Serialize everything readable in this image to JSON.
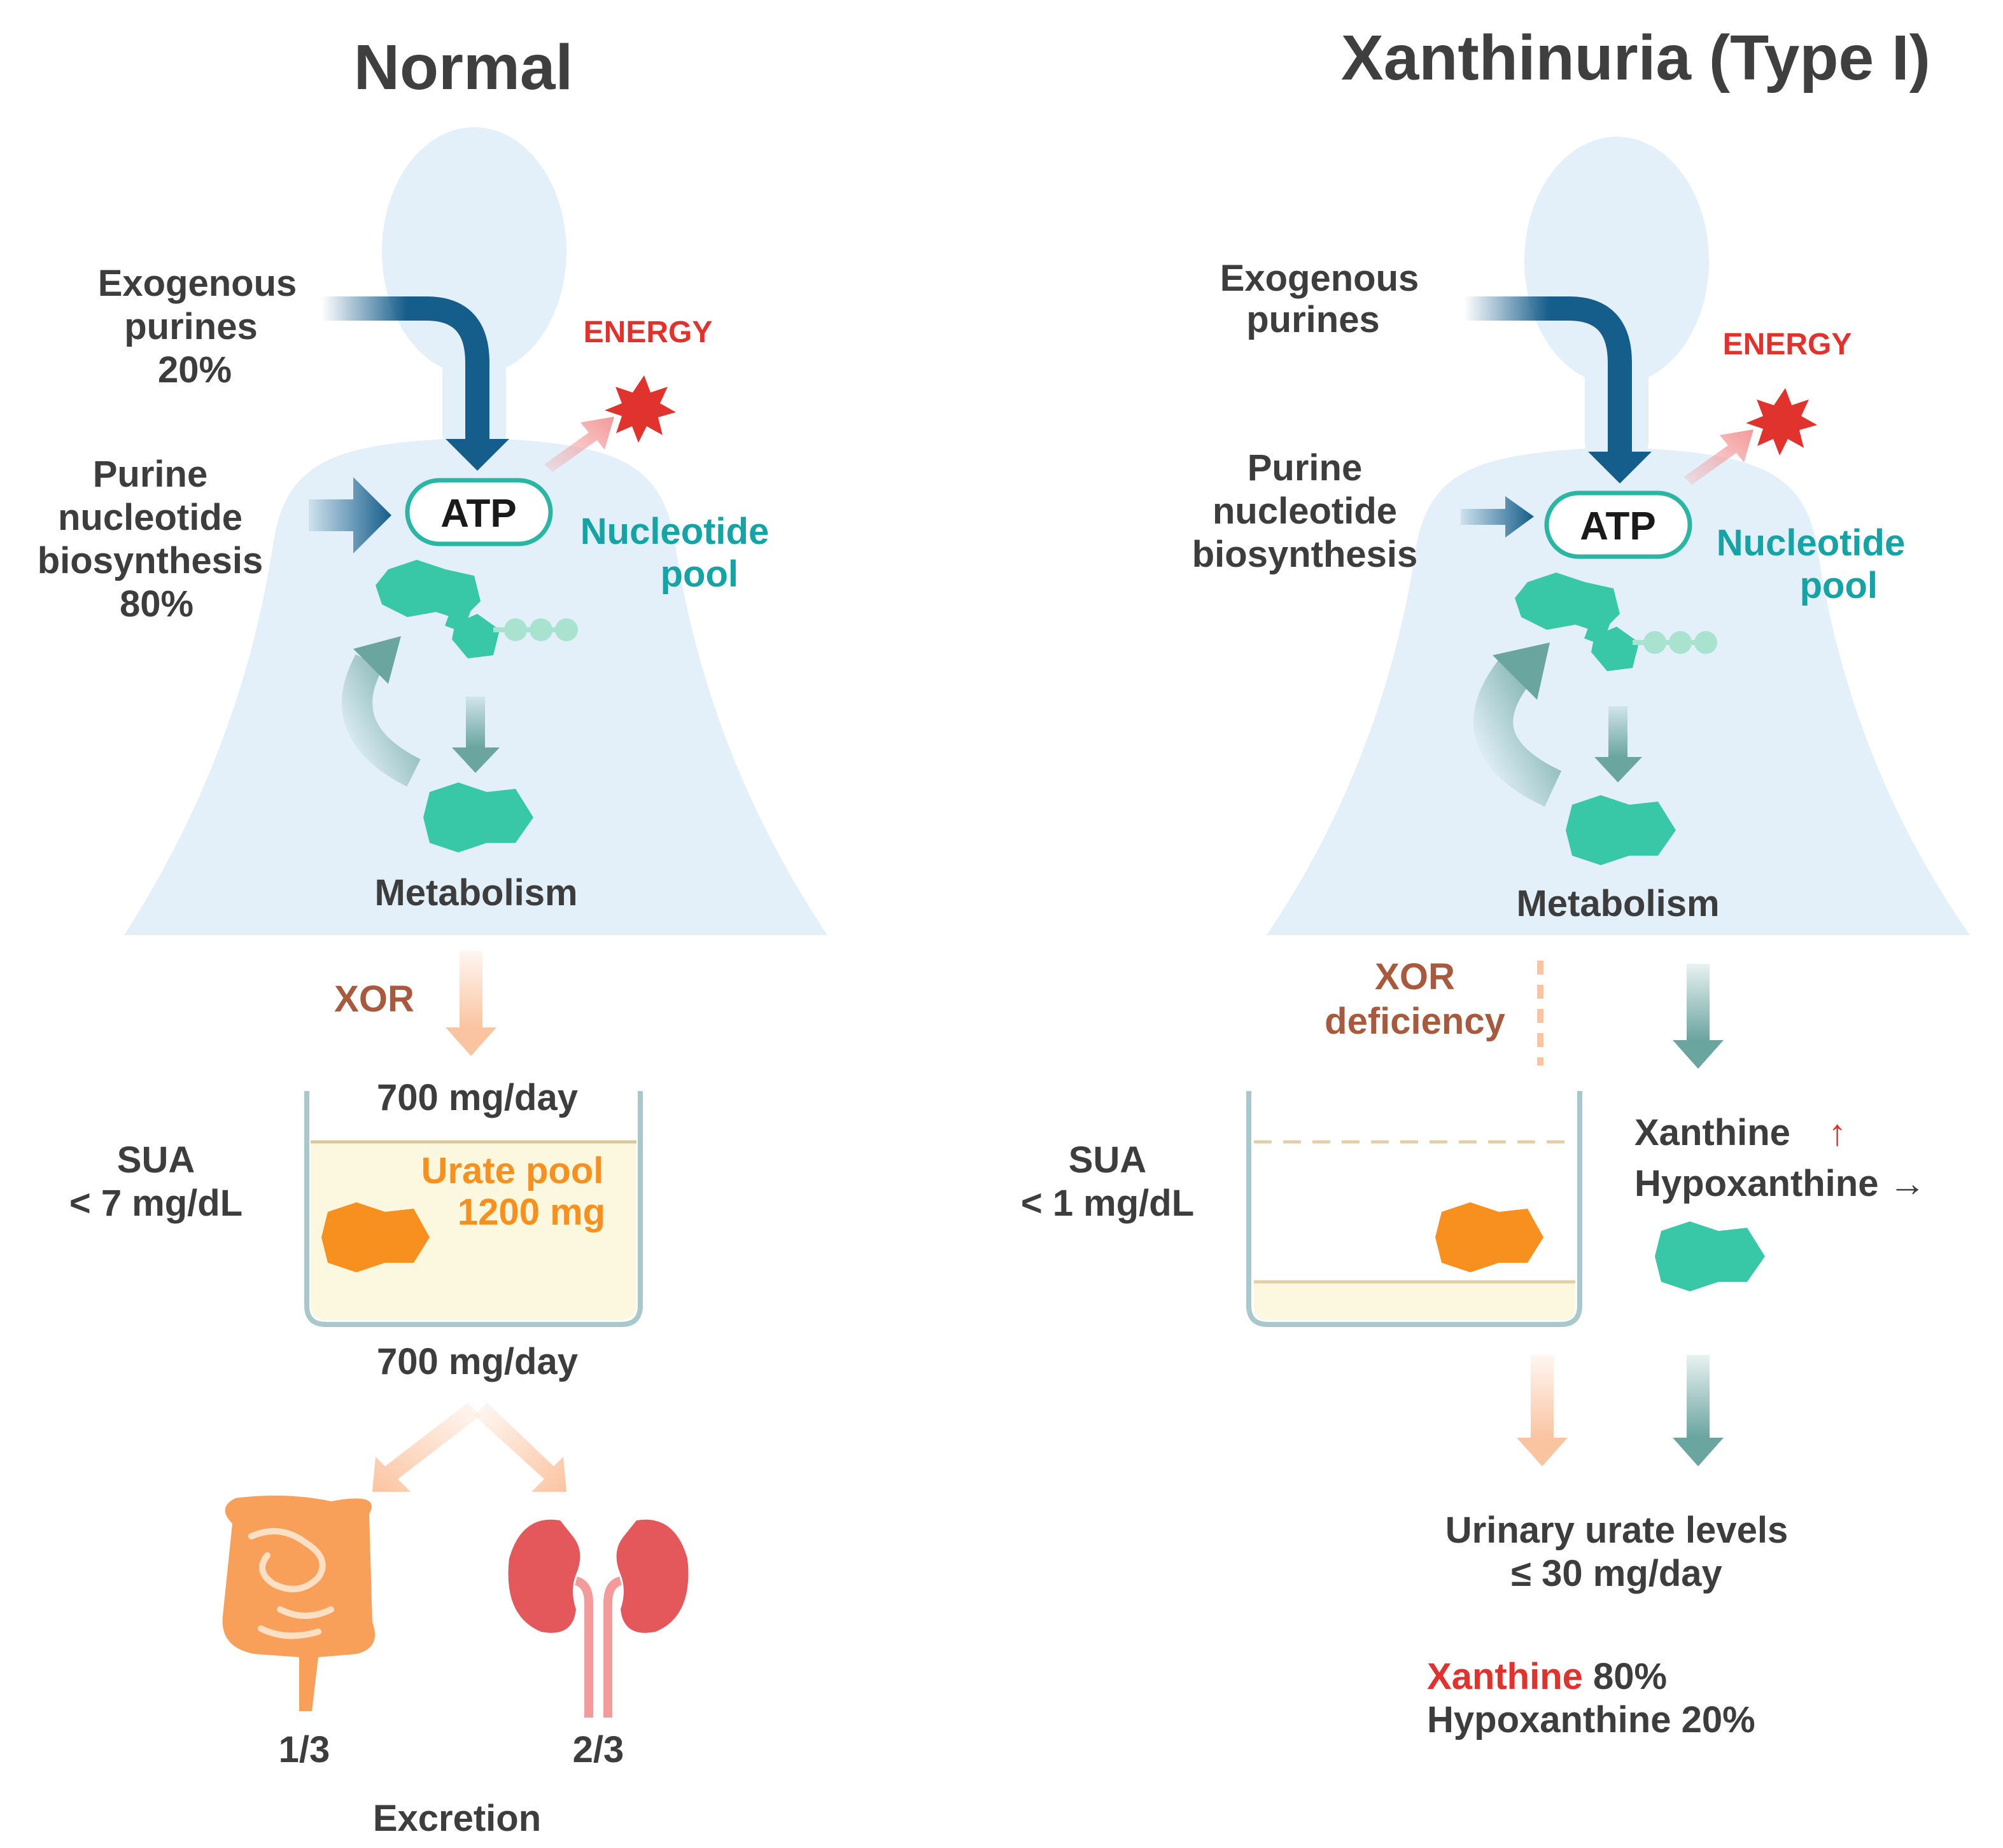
{
  "panels": {
    "normal": {
      "title": "Normal",
      "exogenous": {
        "line1": "Exogenous",
        "line2": "purines",
        "line3": "20%"
      },
      "biosynthesis": {
        "line1": "Purine",
        "line2": "nucleotide",
        "line3": "biosynthesis",
        "line4": "80%"
      },
      "energy": "ENERGY",
      "atp": "ATP",
      "nucleotide_pool": {
        "line1": "Nucleotide",
        "line2": "pool"
      },
      "metabolism": "Metabolism",
      "enzyme": "XOR",
      "input_rate": "700 mg/day",
      "output_rate": "700 mg/day",
      "sua": {
        "line1": "SUA",
        "line2": "< 7 mg/dL"
      },
      "urate_pool": {
        "line1": "Urate pool",
        "line2": "1200 mg"
      },
      "gut_fraction": "1/3",
      "kidney_fraction": "2/3",
      "excretion": "Excretion"
    },
    "xanthinuria": {
      "title": "Xanthinuria (Type I)",
      "exogenous": {
        "line1": "Exogenous",
        "line2": "purines"
      },
      "biosynthesis": {
        "line1": "Purine",
        "line2": "nucleotide",
        "line3": "biosynthesis"
      },
      "energy": "ENERGY",
      "atp": "ATP",
      "nucleotide_pool": {
        "line1": "Nucleotide",
        "line2": "pool"
      },
      "metabolism": "Metabolism",
      "enzyme": {
        "line1": "XOR",
        "line2": "deficiency"
      },
      "sua": {
        "line1": "SUA",
        "line2": "< 1 mg/dL"
      },
      "xanthine": "Xanthine",
      "xanthine_trend": "↑",
      "hypoxanthine": "Hypoxanthine →",
      "urinary": {
        "line1": "Urinary urate levels",
        "line2": "≤ 30 mg/day"
      },
      "composition": {
        "xanthine_label": "Xanthine",
        "xanthine_pct": " 80%",
        "hypoxanthine": "Hypoxanthine 20%"
      }
    }
  },
  "colors": {
    "body": "#e3f0f9",
    "navy_arrow": "#155d8a",
    "teal_shape": "#38c7a7",
    "teal_arrow": "#6aa5a0",
    "peach_arrow": "#fbc4a1",
    "urate_orange": "#f7901e",
    "energy_red": "#e0332e",
    "gut_orange": "#f8a05a",
    "kidney_red": "#e4575b",
    "beaker_fill": "#fcf7df"
  }
}
